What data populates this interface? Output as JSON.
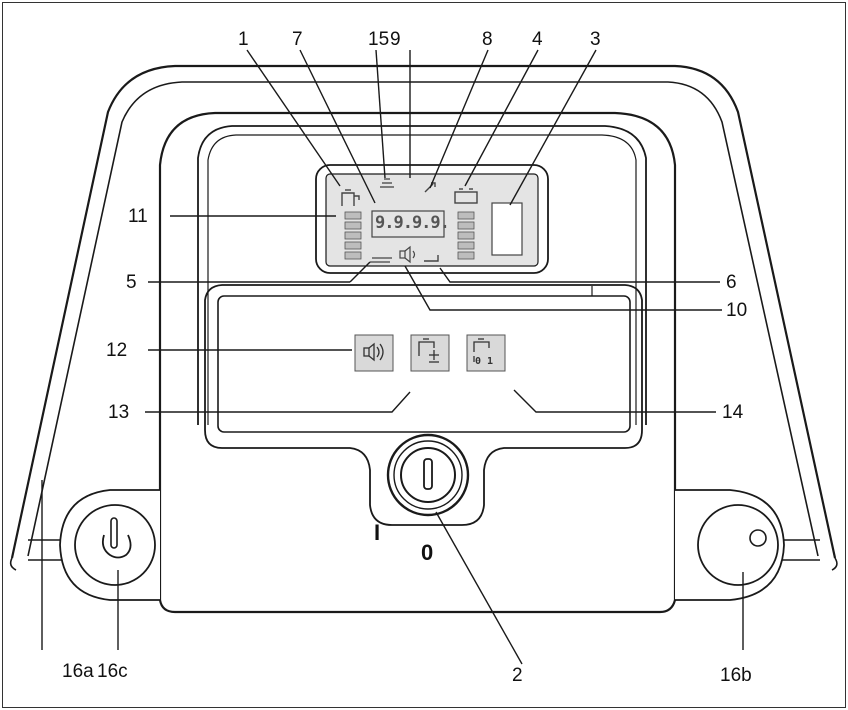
{
  "callouts": {
    "c1": "1",
    "c7": "7",
    "c15": "15",
    "c9": "9",
    "c8": "8",
    "c4": "4",
    "c3": "3",
    "c11": "11",
    "c5": "5",
    "c6": "6",
    "c10": "10",
    "c12": "12",
    "c13": "13",
    "c14": "14",
    "c2": "2",
    "c16a": "16a",
    "c16c": "16c",
    "c16b": "16b"
  },
  "display": {
    "digits": "9.9.9.9."
  },
  "key_switch": {
    "on_mark": "I",
    "off_mark": "0"
  },
  "buttons": {
    "btn3_label": "0 1"
  },
  "colors": {
    "line": "#1a1a1a",
    "panel_fill": "#e4e4e4",
    "button_fill": "#d9d9d9"
  }
}
